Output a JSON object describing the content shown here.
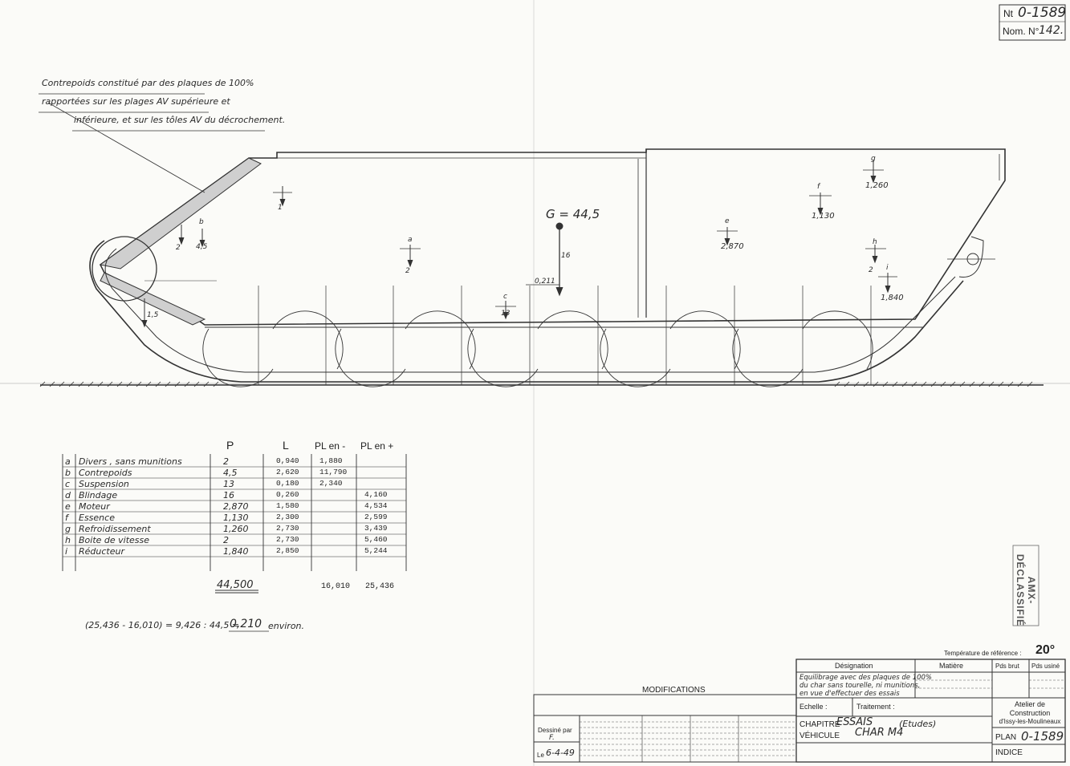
{
  "stamp": {
    "nt_label": "Nt",
    "nt_value": "0-1589",
    "nom_label": "Nom. N°",
    "nom_value": "142."
  },
  "note": {
    "line1": "Contrepoids constitué par des plaques de 100%",
    "line2": "rapportées sur les plages AV supérieure et",
    "line3": "inférieure, et sur les tôles AV du décrochement."
  },
  "drawing_labels": {
    "G": "G = 44,5",
    "G_offset": "0,211",
    "front_height": "1,5",
    "b_letter": "b",
    "b_weight": "4,5",
    "counter_weight": "2",
    "top_weight": "1",
    "a_letter": "a",
    "a_weight": "2",
    "c_letter": "c",
    "c_weight": "13",
    "d_weight": "16",
    "e_letter": "e",
    "e_weight": "2,870",
    "f_letter": "f",
    "f_weight": "1,130",
    "g_letter": "g",
    "g_weight": "1,260",
    "h_letter": "h",
    "h_weight": "2",
    "i_letter": "i",
    "i_weight": "1,840"
  },
  "table": {
    "headers": {
      "p": "P",
      "l": "L",
      "pl_minus": "PL en -",
      "pl_plus": "PL en +"
    },
    "rows": [
      {
        "key": "a",
        "name": "Divers , sans munitions",
        "p": "2",
        "l": "0,940",
        "pl_minus": "1,880",
        "pl_plus": ""
      },
      {
        "key": "b",
        "name": "Contrepoids",
        "p": "4,5",
        "l": "2,620",
        "pl_minus": "11,790",
        "pl_plus": ""
      },
      {
        "key": "c",
        "name": "Suspension",
        "p": "13",
        "l": "0,180",
        "pl_minus": "2,340",
        "pl_plus": ""
      },
      {
        "key": "d",
        "name": "Blindage",
        "p": "16",
        "l": "0,260",
        "pl_minus": "",
        "pl_plus": "4,160"
      },
      {
        "key": "e",
        "name": "Moteur",
        "p": "2,870",
        "l": "1,580",
        "pl_minus": "",
        "pl_plus": "4,534"
      },
      {
        "key": "f",
        "name": "Essence",
        "p": "1,130",
        "l": "2,300",
        "pl_minus": "",
        "pl_plus": "2,599"
      },
      {
        "key": "g",
        "name": "Refroidissement",
        "p": "1,260",
        "l": "2,730",
        "pl_minus": "",
        "pl_plus": "3,439"
      },
      {
        "key": "h",
        "name": "Boite de vitesse",
        "p": "2",
        "l": "2,730",
        "pl_minus": "",
        "pl_plus": "5,460"
      },
      {
        "key": "i",
        "name": "Réducteur",
        "p": "1,840",
        "l": "2,850",
        "pl_minus": "",
        "pl_plus": "5,244"
      }
    ],
    "totals": {
      "p": "44,500",
      "pl_minus": "16,010",
      "pl_plus": "25,436"
    }
  },
  "formula": {
    "lhs": "(25,436 - 16,010) = 9,426 : 44,5 =",
    "result": "0,210",
    "suffix": "environ."
  },
  "side_stamp": "AMX-DÉCLASSIFIÉ",
  "title_block": {
    "temp_label": "Température de référence :",
    "temp_value": "20°",
    "designation_label": "Désignation",
    "matiere_label": "Matière",
    "pds_brut": "Pds brut",
    "pds_usine": "Pds usiné",
    "designation_line1": "Equilibrage avec des plaques de 100%",
    "designation_line2": "du char sans tourelle, ni munitions,",
    "designation_line3": "en vue d'effectuer des essais",
    "modifications": "MODIFICATIONS",
    "echelle_label": "Echelle :",
    "traitement_label": "Traitement :",
    "chapitre_label": "CHAPITRE",
    "chapitre_value": "ESSAIS",
    "chapitre_sub": "(Etudes)",
    "vehicule_label": "VÉHICULE",
    "vehicule_value": "CHAR M4",
    "atelier_line1": "Atelier de",
    "atelier_line2": "Construction",
    "atelier_line3": "d'Issy-les-Moulineaux",
    "plan_label": "PLAN",
    "plan_value": "0-1589",
    "indice_label": "INDICE",
    "dessine_label": "Dessiné par",
    "dessine_by": "F.",
    "date_label": "Le",
    "date_value": "6-4-49"
  }
}
